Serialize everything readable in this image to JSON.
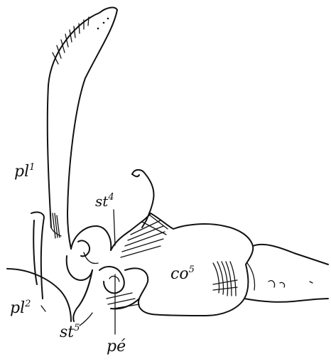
{
  "labels": {
    "pl1": {
      "base": "pl",
      "sup": "1"
    },
    "pl2": {
      "base": "pl",
      "sup": "2"
    },
    "st4": {
      "base": "st",
      "sup": "4"
    },
    "st5": {
      "base": "st",
      "sup": "5"
    },
    "co5": {
      "base": "co",
      "sup": "5"
    },
    "pe": {
      "base": "pé"
    }
  }
}
